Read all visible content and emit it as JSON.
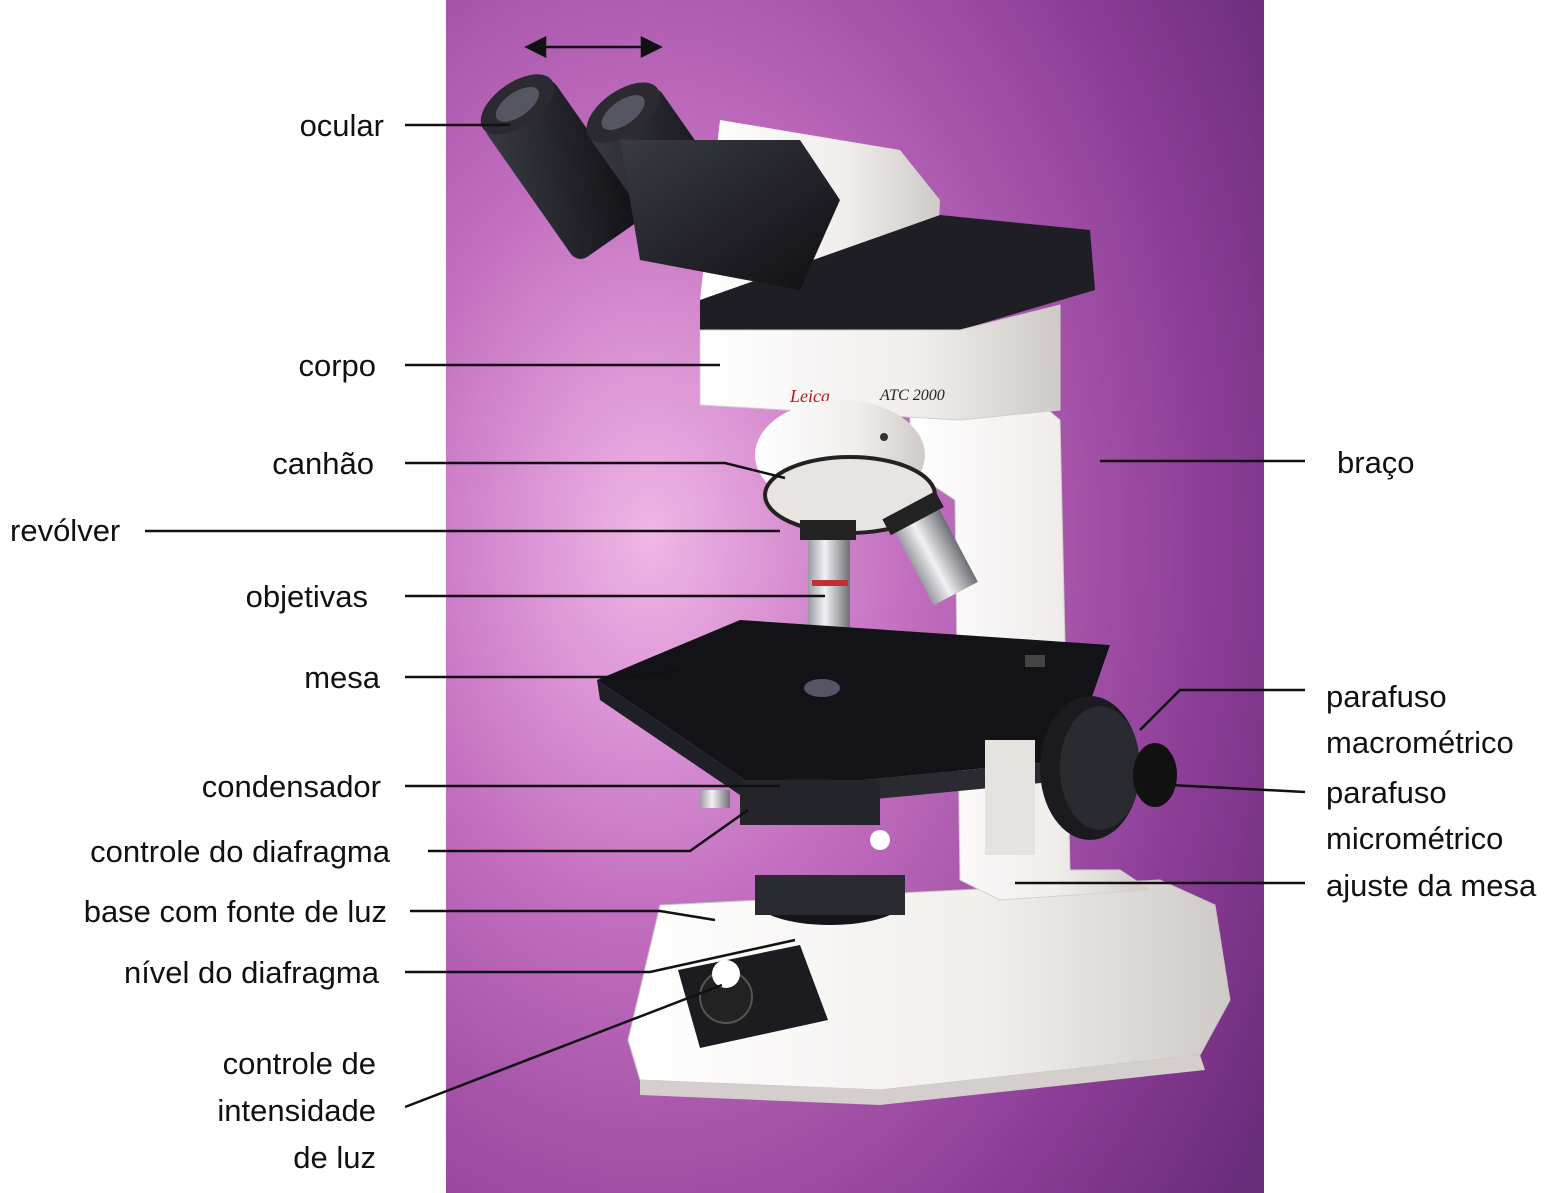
{
  "labels": {
    "ocular": "ocular",
    "corpo": "corpo",
    "canhao": "canhão",
    "revolver": "revólver",
    "objetivas": "objetivas",
    "mesa": "mesa",
    "condensador": "condensador",
    "controle_diafragma": "controle do diafragma",
    "base": "base com fonte de luz",
    "nivel_diafragma": "nível do diafragma",
    "controle_intensidade": [
      "controle de",
      "intensidade",
      "de luz"
    ],
    "braco": "braço",
    "parafuso_macro": [
      "parafuso",
      "macrométrico"
    ],
    "parafuso_micro": [
      "parafuso",
      "micrométrico"
    ],
    "ajuste_mesa": "ajuste da mesa"
  },
  "logo": {
    "brand": "Leica",
    "model": "ATC 2000"
  },
  "colors": {
    "background_top": "#7a2f8a",
    "background_mid": "#c36fc0",
    "body_white": "#f2f0ee",
    "dark_parts": "#1c1c22"
  }
}
